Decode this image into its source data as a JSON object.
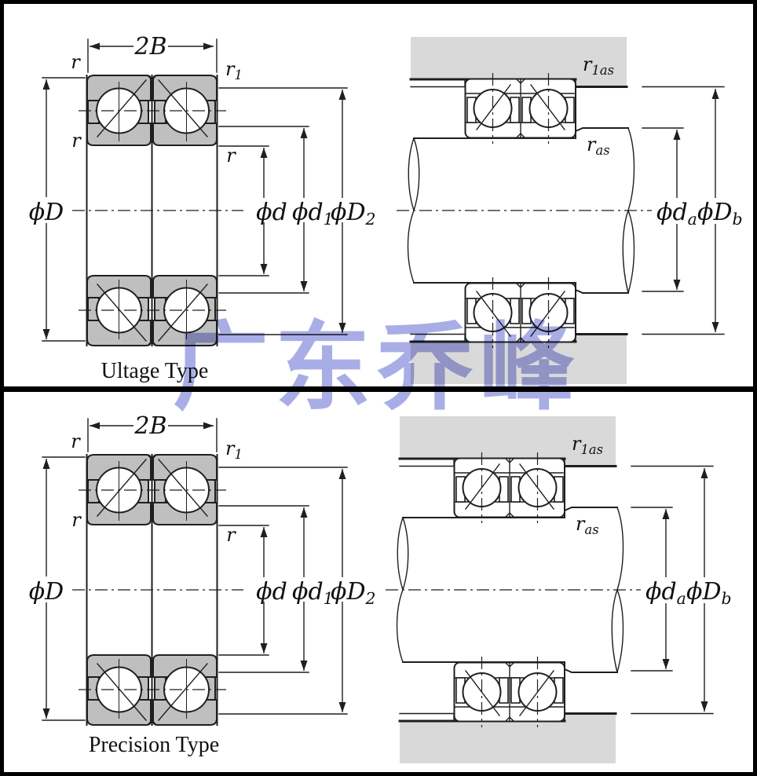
{
  "figure": {
    "top_caption": "Ultage Type",
    "bottom_caption": "Precision Type",
    "watermark_text": "广东乔峰"
  },
  "front_view_labels": {
    "width": "2B",
    "r_outer_top": "r",
    "r1": {
      "main": "r",
      "sub": "1"
    },
    "r_inner_left": "r",
    "r_inner_right": "r",
    "phi_D": "ϕD",
    "phi_d": "ϕd",
    "phi_d1": {
      "main": "ϕd",
      "sub": "1"
    },
    "phi_D2": {
      "main": "ϕD",
      "sub": "2"
    }
  },
  "mount_view_labels": {
    "r_1as": {
      "main": "r",
      "sub": "1as"
    },
    "r_as": {
      "main": "r",
      "sub": "as"
    },
    "phi_da": {
      "main": "ϕd",
      "sub": "a"
    },
    "phi_Db": {
      "main": "ϕD",
      "sub": "b"
    }
  },
  "colors": {
    "line": "#1f1f1f",
    "ring_gray": "#bfbfbf",
    "housing_gray": "#d9d9d9",
    "watermark": "#a9ade6",
    "paper": "#ffffff"
  }
}
